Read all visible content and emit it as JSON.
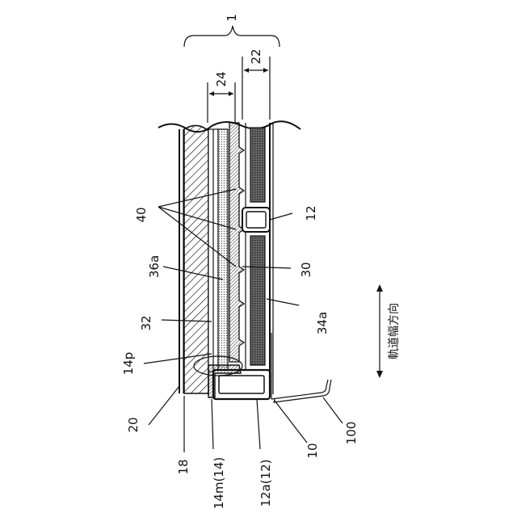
{
  "labels": {
    "assembly": "1",
    "dim_22": "22",
    "dim_24": "24",
    "rib": "40",
    "bracket": "12",
    "part_36a": "36a",
    "part_30": "30",
    "part_32": "32",
    "part_34a": "34a",
    "part_14p": "14p",
    "part_20": "20",
    "part_18": "18",
    "part_14m": "14m(14)",
    "part_12a": "12a(12)",
    "part_10": "10",
    "part_100": "100",
    "direction": "軌道幅方向"
  },
  "colors": {
    "line": "#111111",
    "background": "#ffffff",
    "dark_fill": "#555555"
  }
}
